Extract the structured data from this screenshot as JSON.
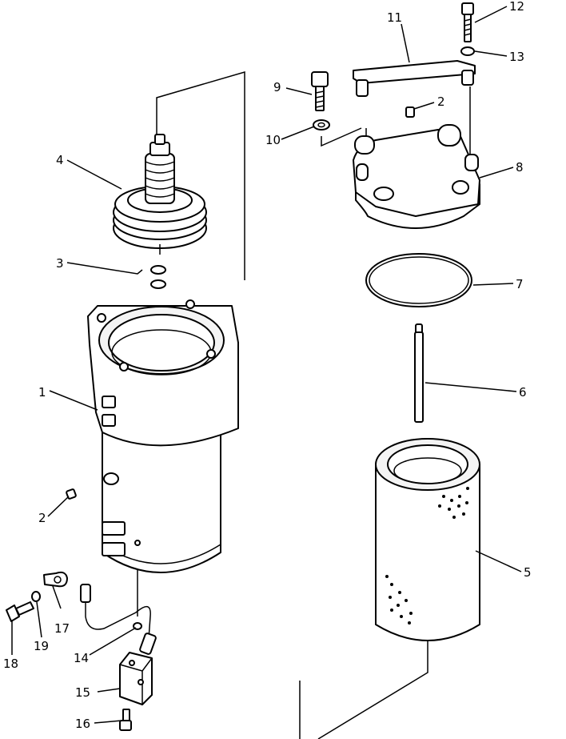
{
  "callouts": [
    {
      "id": "1",
      "label": "1"
    },
    {
      "id": "2a",
      "label": "2"
    },
    {
      "id": "2b",
      "label": "2"
    },
    {
      "id": "3",
      "label": "3"
    },
    {
      "id": "4",
      "label": "4"
    },
    {
      "id": "5",
      "label": "5"
    },
    {
      "id": "6",
      "label": "6"
    },
    {
      "id": "7",
      "label": "7"
    },
    {
      "id": "8",
      "label": "8"
    },
    {
      "id": "9",
      "label": "9"
    },
    {
      "id": "10",
      "label": "10"
    },
    {
      "id": "11",
      "label": "11"
    },
    {
      "id": "12",
      "label": "12"
    },
    {
      "id": "13",
      "label": "13"
    },
    {
      "id": "14",
      "label": "14"
    },
    {
      "id": "15",
      "label": "15"
    },
    {
      "id": "16",
      "label": "16"
    },
    {
      "id": "17",
      "label": "17"
    },
    {
      "id": "18",
      "label": "18"
    },
    {
      "id": "19",
      "label": "19"
    }
  ]
}
